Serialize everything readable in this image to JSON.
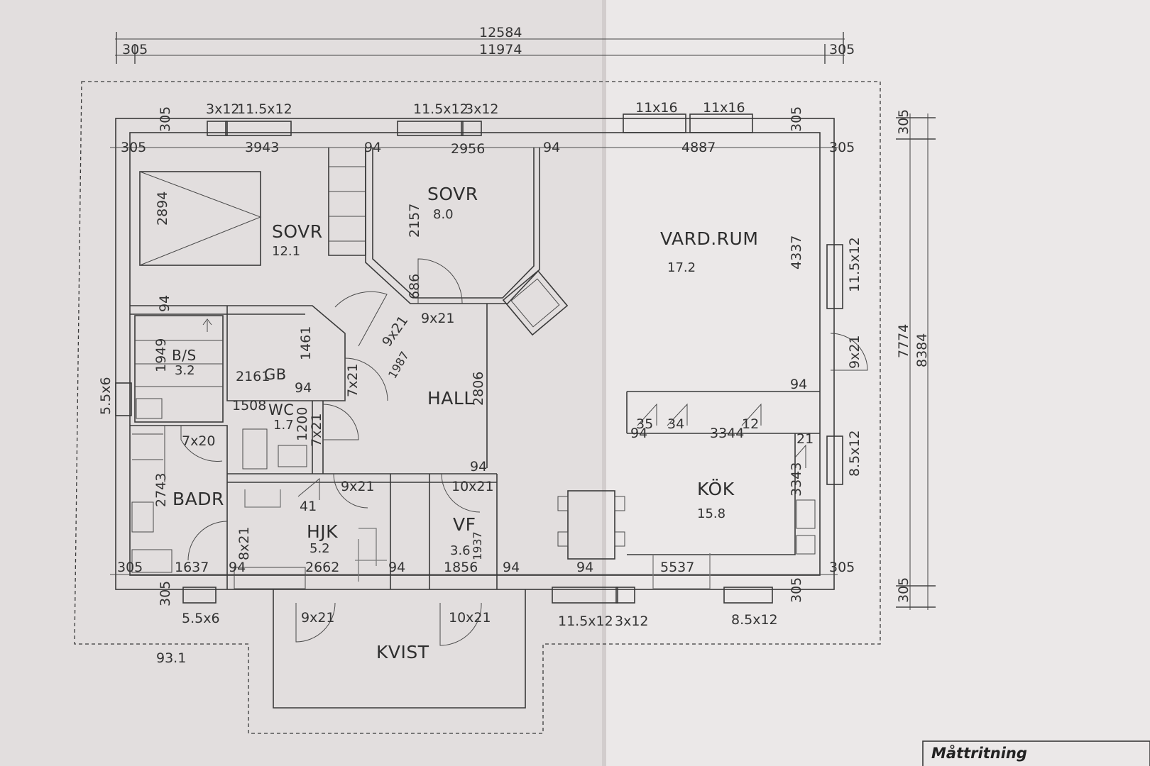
{
  "rooms": [
    {
      "id": "sovr-1",
      "name": "SOVR",
      "area": "12.1"
    },
    {
      "id": "sovr-2",
      "name": "SOVR",
      "area": "8.0"
    },
    {
      "id": "vardrum",
      "name": "VARD.RUM",
      "area": "17.2"
    },
    {
      "id": "bs",
      "name": "B/S",
      "area": "3.2"
    },
    {
      "id": "gb",
      "name": "GB",
      "area": ""
    },
    {
      "id": "wc",
      "name": "WC",
      "area": "1.7"
    },
    {
      "id": "hall",
      "name": "HALL",
      "area": ""
    },
    {
      "id": "badr",
      "name": "BADR",
      "area": ""
    },
    {
      "id": "hjk",
      "name": "HJK",
      "area": "5.2"
    },
    {
      "id": "vf",
      "name": "VF",
      "area": "3.6"
    },
    {
      "id": "kok",
      "name": "KÖK",
      "area": "15.8"
    },
    {
      "id": "kvist",
      "name": "KVIST",
      "area": ""
    }
  ],
  "top_dims": {
    "overall": "12584",
    "inner": "11974",
    "end_left": "305",
    "end_right": "305"
  },
  "right_dims": {
    "overall": "8384",
    "inner": "7774",
    "end_top": "305",
    "end_bottom": "305"
  },
  "dims": [
    {
      "id": "d-305-a",
      "text": "305"
    },
    {
      "id": "d-3943",
      "text": "3943"
    },
    {
      "id": "d-94-a",
      "text": "94"
    },
    {
      "id": "d-2956",
      "text": "2956"
    },
    {
      "id": "d-94-b",
      "text": "94"
    },
    {
      "id": "d-4887",
      "text": "4887"
    },
    {
      "id": "d-305-b",
      "text": "305"
    },
    {
      "id": "d-305-c",
      "text": "305"
    },
    {
      "id": "d-305-d",
      "text": "305"
    },
    {
      "id": "d-2894",
      "text": "2894"
    },
    {
      "id": "d-2157",
      "text": "2157"
    },
    {
      "id": "d-686",
      "text": "686"
    },
    {
      "id": "d-4337",
      "text": "4337"
    },
    {
      "id": "d-94-c",
      "text": "94"
    },
    {
      "id": "d-1949",
      "text": "1949"
    },
    {
      "id": "d-1461",
      "text": "1461"
    },
    {
      "id": "d-2161",
      "text": "2161"
    },
    {
      "id": "d-94-d",
      "text": "94"
    },
    {
      "id": "d-1508",
      "text": "1508"
    },
    {
      "id": "d-1200",
      "text": "1200"
    },
    {
      "id": "d-2806",
      "text": "2806"
    },
    {
      "id": "d-94-e",
      "text": "94"
    },
    {
      "id": "d-94-f",
      "text": "94"
    },
    {
      "id": "d-3344",
      "text": "3344"
    },
    {
      "id": "d-94-g",
      "text": "94"
    },
    {
      "id": "d-3343",
      "text": "3343"
    },
    {
      "id": "d-2743",
      "text": "2743"
    },
    {
      "id": "d-94-h",
      "text": "94"
    },
    {
      "id": "d-305-e",
      "text": "305"
    },
    {
      "id": "d-1637",
      "text": "1637"
    },
    {
      "id": "d-94-i",
      "text": "94"
    },
    {
      "id": "d-2662",
      "text": "2662"
    },
    {
      "id": "d-94-j",
      "text": "94"
    },
    {
      "id": "d-1856",
      "text": "1856"
    },
    {
      "id": "d-94-k",
      "text": "94"
    },
    {
      "id": "d-5537",
      "text": "5537"
    },
    {
      "id": "d-305-f",
      "text": "305"
    },
    {
      "id": "d-305-g",
      "text": "305"
    },
    {
      "id": "d-305-h",
      "text": "305"
    },
    {
      "id": "d-1937",
      "text": "1937"
    },
    {
      "id": "d-1987",
      "text": "1987"
    },
    {
      "id": "d-35",
      "text": "35"
    },
    {
      "id": "d-34",
      "text": "34"
    },
    {
      "id": "d-12",
      "text": "12"
    },
    {
      "id": "d-21",
      "text": "21"
    },
    {
      "id": "d-41",
      "text": "41"
    },
    {
      "id": "d-total-area",
      "text": "93.1"
    }
  ],
  "openings": [
    {
      "id": "w-3x12-a",
      "text": "3x12"
    },
    {
      "id": "w-115x12-a",
      "text": "11.5x12"
    },
    {
      "id": "w-115x12-b",
      "text": "11.5x12"
    },
    {
      "id": "w-3x12-b",
      "text": "3x12"
    },
    {
      "id": "w-11x16-a",
      "text": "11x16"
    },
    {
      "id": "w-11x16-b",
      "text": "11x16"
    },
    {
      "id": "w-115x12-c",
      "text": "11.5x12"
    },
    {
      "id": "door-9x21-a",
      "text": "9x21"
    },
    {
      "id": "door-9x21-b",
      "text": "9x21"
    },
    {
      "id": "door-9x21-c",
      "text": "9x21"
    },
    {
      "id": "door-7x21-a",
      "text": "7x21"
    },
    {
      "id": "w-55x6-a",
      "text": "5.5x6"
    },
    {
      "id": "door-7x21-b",
      "text": "7x21"
    },
    {
      "id": "door-7x20",
      "text": "7x20"
    },
    {
      "id": "w-85x12-a",
      "text": "8.5x12"
    },
    {
      "id": "door-9x21-d",
      "text": "9x21"
    },
    {
      "id": "door-10x21-a",
      "text": "10x21"
    },
    {
      "id": "door-8x21",
      "text": "8x21"
    },
    {
      "id": "w-55x6-b",
      "text": "5.5x6"
    },
    {
      "id": "door-9x21-e",
      "text": "9x21"
    },
    {
      "id": "door-10x21-b",
      "text": "10x21"
    },
    {
      "id": "w-115x12-d",
      "text": "11.5x12"
    },
    {
      "id": "w-3x12-c",
      "text": "3x12"
    },
    {
      "id": "w-85x12-b",
      "text": "8.5x12"
    }
  ],
  "title_block": {
    "title": "Måttritning"
  }
}
